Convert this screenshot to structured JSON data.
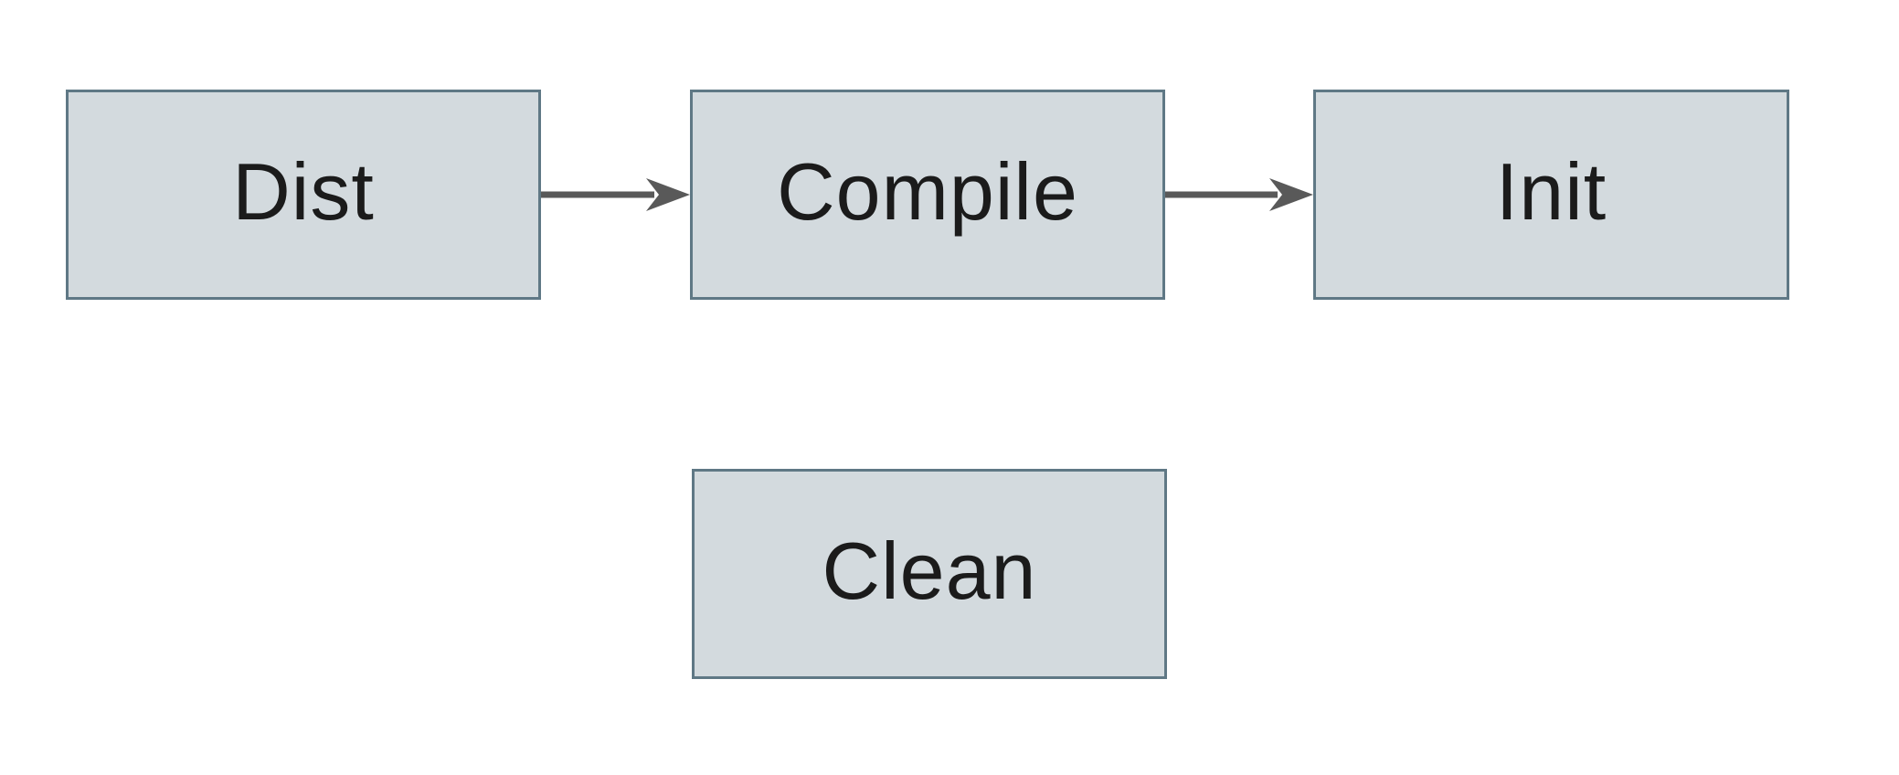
{
  "diagram": {
    "nodes": [
      {
        "id": "dist",
        "label": "Dist"
      },
      {
        "id": "compile",
        "label": "Compile"
      },
      {
        "id": "init",
        "label": "Init"
      },
      {
        "id": "clean",
        "label": "Clean"
      }
    ],
    "edges": [
      {
        "from": "Dist",
        "to": "Compile"
      },
      {
        "from": "Compile",
        "to": "Init"
      }
    ],
    "colors": {
      "background": "#ffffff",
      "node_fill": "#d3dade",
      "node_border": "#5f7885",
      "arrow": "#595959",
      "text": "#1b1b1b"
    }
  }
}
